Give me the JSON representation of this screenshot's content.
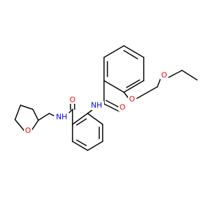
{
  "molecule": {
    "labels": {
      "ether_o1": "O",
      "ether_o2": "O",
      "carbonyl_o_top": "O",
      "nh_top": "NH",
      "carbonyl_o_bottom": "O",
      "nh_bottom": "NH",
      "thf_o": "O"
    },
    "colors": {
      "carbon": "#000000",
      "oxygen": "#ff0000",
      "nitrogen": "#0000ff"
    }
  }
}
